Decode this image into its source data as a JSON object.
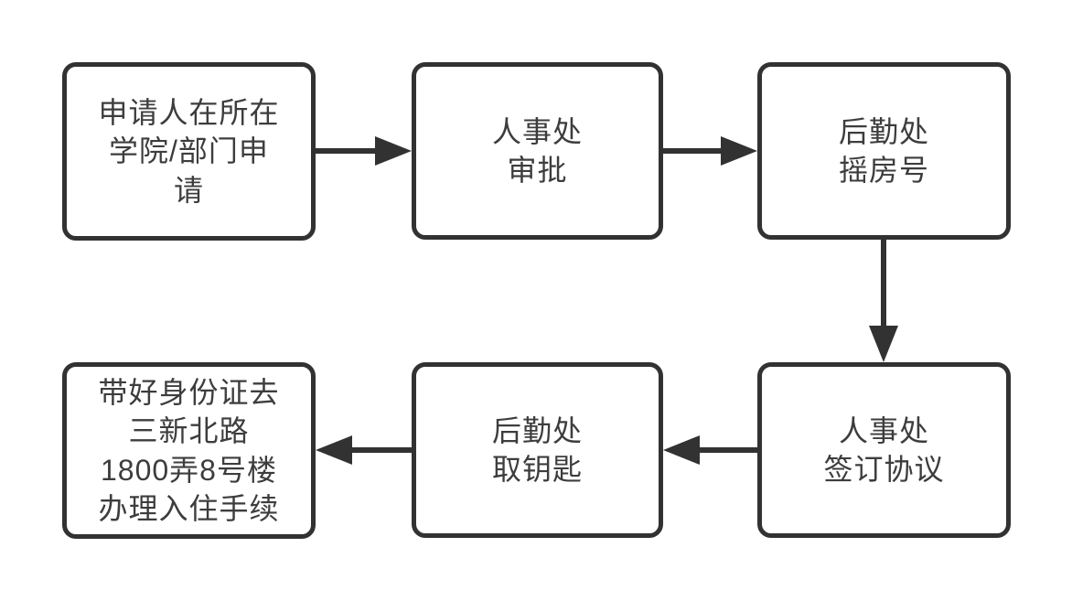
{
  "diagram": {
    "type": "flowchart",
    "background_color": "#ffffff",
    "node_border_color": "#323232",
    "arrow_color": "#323232",
    "text_color": "#3d3d3d",
    "nodes": [
      {
        "id": "apply",
        "label": "申请人在所在\n学院/部门申\n请"
      },
      {
        "id": "hr-approval",
        "label": "人事处\n审批"
      },
      {
        "id": "logistics-lottery",
        "label": "后勤处\n摇房号"
      },
      {
        "id": "hr-agreement",
        "label": "人事处\n签订协议"
      },
      {
        "id": "logistics-key",
        "label": "后勤处\n取钥匙"
      },
      {
        "id": "checkin",
        "label": "带好身份证去\n三新北路\n1800弄8号楼\n办理入住手续"
      }
    ],
    "edges": [
      {
        "from": "apply",
        "to": "hr-approval",
        "direction": "right"
      },
      {
        "from": "hr-approval",
        "to": "logistics-lottery",
        "direction": "right"
      },
      {
        "from": "logistics-lottery",
        "to": "hr-agreement",
        "direction": "down"
      },
      {
        "from": "hr-agreement",
        "to": "logistics-key",
        "direction": "left"
      },
      {
        "from": "logistics-key",
        "to": "checkin",
        "direction": "left"
      }
    ]
  }
}
